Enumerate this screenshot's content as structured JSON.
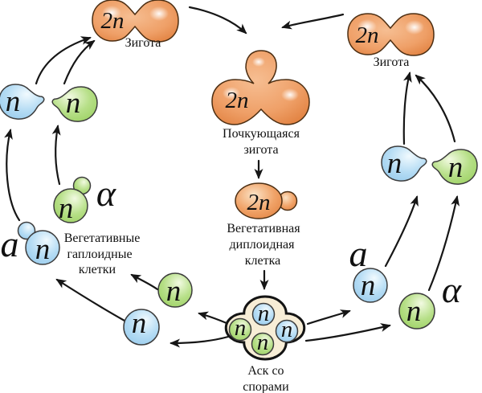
{
  "diagram": {
    "type": "biology-life-cycle",
    "labels": {
      "zygote_left": "Зигота",
      "zygote_right": "Зигота",
      "budding_zygote_1": "Почкующаяся",
      "budding_zygote_2": "зигота",
      "diploid_1": "Вегетативная",
      "diploid_2": "диплоидная",
      "diploid_3": "клетка",
      "haploid_1": "Вегетативные",
      "haploid_2": "гаплоидные",
      "haploid_3": "клетки",
      "ascus_1": "Аск со",
      "ascus_2": "спорами"
    },
    "cells": {
      "zygote_left": {
        "ploidy": "2n",
        "color": "orange"
      },
      "zygote_right": {
        "ploidy": "2n",
        "color": "orange"
      },
      "budding_zygote": {
        "ploidy": "2n",
        "color": "orange"
      },
      "vegetative_diploid": {
        "ploidy": "2n",
        "color": "orange"
      },
      "shmoo_left_a": {
        "ploidy": "n",
        "color": "blue"
      },
      "shmoo_left_alpha": {
        "ploidy": "n",
        "color": "green"
      },
      "budding_alpha_left": {
        "ploidy": "n",
        "mating_type": "α",
        "color": "green"
      },
      "budding_a_left": {
        "ploidy": "n",
        "mating_type": "a",
        "color": "blue"
      },
      "spore_green_left": {
        "ploidy": "n",
        "color": "green"
      },
      "spore_blue_left": {
        "ploidy": "n",
        "color": "blue"
      },
      "ascus_spore_top": {
        "ploidy": "n",
        "color": "blue"
      },
      "ascus_spore_left": {
        "ploidy": "n",
        "color": "green"
      },
      "ascus_spore_right": {
        "ploidy": "n",
        "color": "blue"
      },
      "ascus_spore_bottom": {
        "ploidy": "n",
        "color": "green"
      },
      "spore_a_right": {
        "ploidy": "n",
        "mating_type": "a",
        "color": "blue"
      },
      "spore_alpha_right": {
        "ploidy": "n",
        "mating_type": "α",
        "color": "green"
      },
      "shmoo_right_a": {
        "ploidy": "n",
        "color": "blue"
      },
      "shmoo_right_alpha": {
        "ploidy": "n",
        "color": "green"
      }
    },
    "colors": {
      "diploid_cell": "#EE9D62",
      "haploid_a_cell": "#A9D7F2",
      "haploid_alpha_cell": "#A9DA78",
      "ascus_fill": "#F7EDD6",
      "outline_orange": "#4C2E12",
      "outline_dark": "#3C3C3C",
      "arrow": "#161616",
      "text": "#111111"
    }
  }
}
